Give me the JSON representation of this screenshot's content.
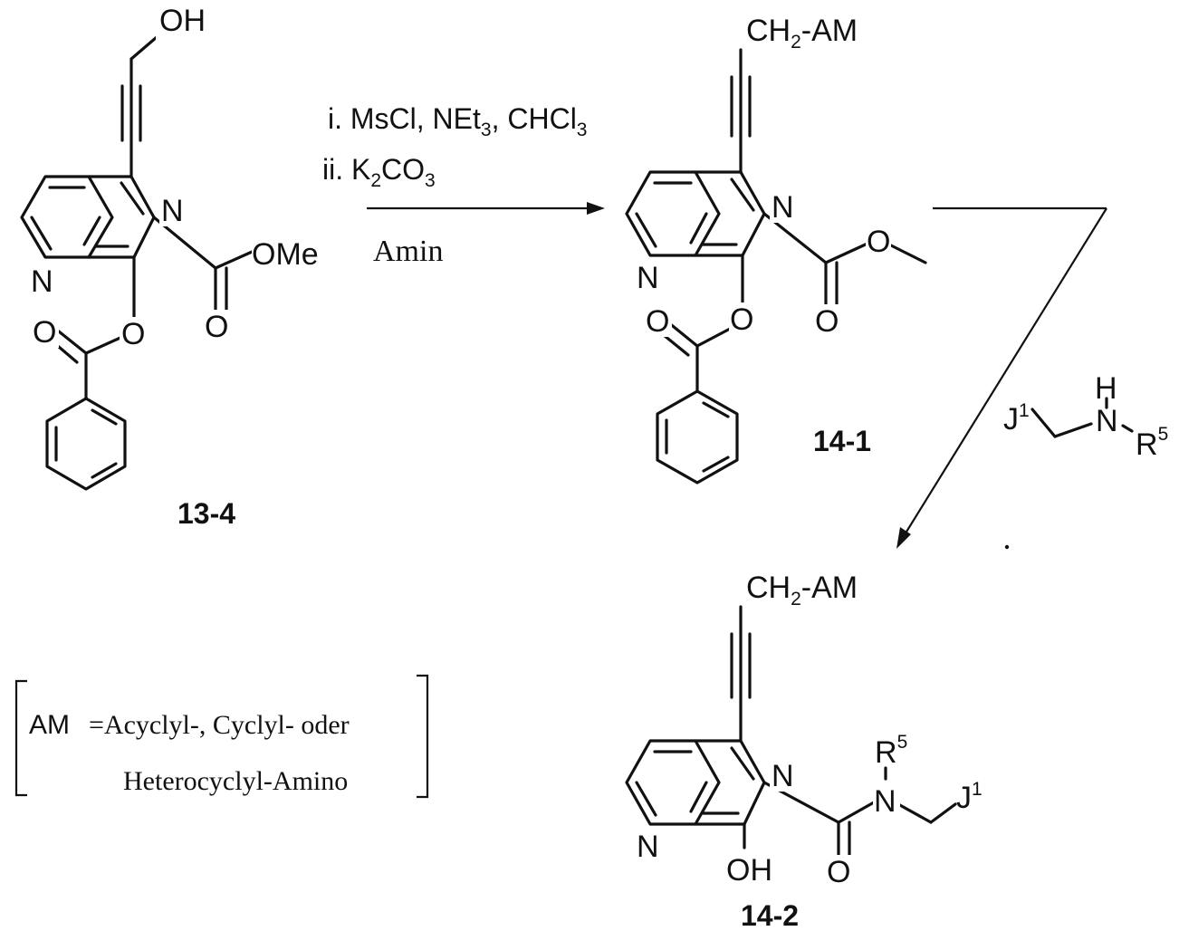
{
  "reagents": {
    "step1": "i. MsCl, NEt",
    "step1_sub": "3",
    "step1_tail": ", CHCl",
    "step1_tail_sub": "3",
    "step2": "ii.  K",
    "step2_sub1": "2",
    "step2_mid": "CO",
    "step2_sub2": "3",
    "amine": "Amin"
  },
  "compounds": {
    "c13_4": {
      "id": "13-4",
      "oh": "OH",
      "ester": "OMe"
    },
    "c14_1": {
      "id": "14-1",
      "group": "CH",
      "group_sub": "2",
      "group_tail": "-AM"
    },
    "c14_2": {
      "id": "14-2",
      "group": "CH",
      "group_sub": "2",
      "group_tail": "-AM",
      "oh": "OH",
      "r": "R",
      "r_sup": "5",
      "j": "J",
      "j_sup": "1"
    }
  },
  "atoms": {
    "N": "N",
    "O": "O"
  },
  "amine_reagent": {
    "j": "J",
    "j_sup": "1",
    "h": "H",
    "n": "N",
    "r": "R",
    "r_sup": "5"
  },
  "legend": {
    "am": "AM",
    "eq": "=Acyclyl-, Cyclyl- oder",
    "line2": "Heterocyclyl-Amino"
  }
}
